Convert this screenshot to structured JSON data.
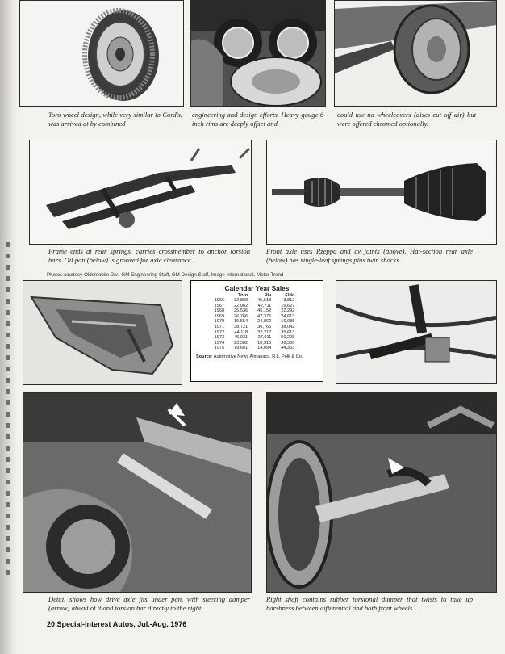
{
  "page": {
    "folio": "20  Special-Interest Autos, Jul.-Aug. 1976",
    "credit": "Photos courtesy Oldsmobile Div., GM Engineering Staff, GM Design Staff, Image International, Motor Trend"
  },
  "captions": {
    "wheel_1": "Toro wheel design, while very similar to Cord's, was arrived at by combined",
    "wheel_2": "engineering and design efforts. Heavy-gauge 6-inch rims are deeply offset and",
    "wheel_3": "could use no wheelcovers (discs cut off air) but were offered chromed optionally.",
    "frame": "Frame ends at rear springs, carries crossmember to anchor torsion bars. Oil pan (below) is grooved for axle clearance.",
    "axle": "Front axle uses Rzeppa and cv joints (above). Hat-section rear axle (below) has single-leaf springs plus twin shocks.",
    "drive_axle": "Detail shows how drive axle fits under pan, with steering damper (arrow) ahead of it and torsion bar directly to the right.",
    "right_shaft": "Right shaft contains rubber torsional damper that twists to take up harshness between differential and both front wheels."
  },
  "sales_table": {
    "title": "Calendar Year Sales",
    "columns": [
      "",
      "Toro",
      "Riv",
      "Eldo"
    ],
    "rows": [
      [
        "1966",
        "32,803",
        "45,518",
        "3,812"
      ],
      [
        "1967",
        "22,062",
        "42,711",
        "19,627"
      ],
      [
        "1968",
        "25,536",
        "45,152",
        "22,292"
      ],
      [
        "1969",
        "26,766",
        "47,375",
        "24,613"
      ],
      [
        "1970",
        "16,554",
        "24,862",
        "16,085"
      ],
      [
        "1971",
        "38,721",
        "36,765",
        "38,042"
      ],
      [
        "1972",
        "44,118",
        "32,217",
        "35,613"
      ],
      [
        "1973",
        "45,931",
        "27,911",
        "50,205"
      ],
      [
        "1974",
        "23,582",
        "18,310",
        "36,360"
      ],
      [
        "1975",
        "19,601",
        "14,094",
        "44,363"
      ]
    ],
    "source_label": "Source",
    "source_text": ": Automotive News Almanacs, R.L. Polk & Co."
  }
}
